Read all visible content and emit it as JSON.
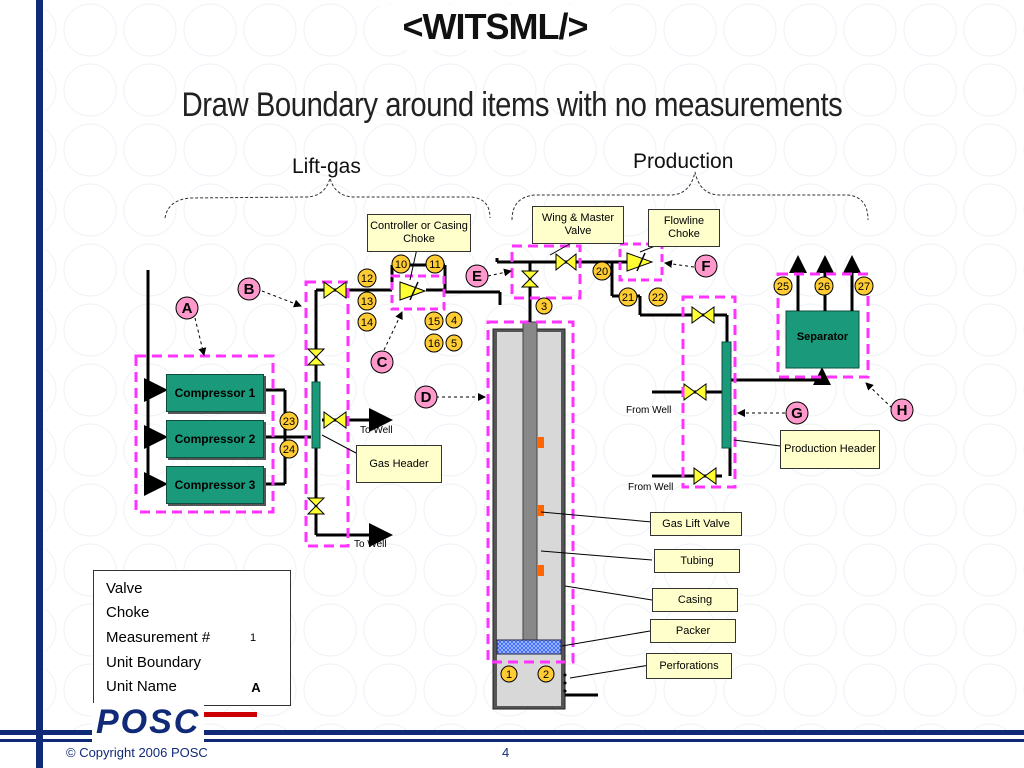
{
  "header": {
    "logo_text": "<WITSML/>",
    "title": "Draw Boundary around items with no measurements"
  },
  "sections": {
    "lift_gas": "Lift-gas",
    "production": "Production"
  },
  "labels": {
    "controller": "Controller or Casing Choke",
    "wing_master": "Wing & Master Valve",
    "flowline_choke": "Flowline Choke",
    "separator": "Separator",
    "production_header": "Production Header",
    "gas_header": "Gas Header",
    "gas_lift_valve": "Gas Lift Valve",
    "tubing": "Tubing",
    "casing": "Casing",
    "packer": "Packer",
    "perforations": "Perforations",
    "to_well_1": "To Well",
    "to_well_2": "To Well",
    "from_well_1": "From Well",
    "from_well_2": "From Well"
  },
  "compressors": [
    "Compressor 1",
    "Compressor 2",
    "Compressor 3"
  ],
  "unit_names": [
    "A",
    "B",
    "C",
    "D",
    "E",
    "F",
    "G",
    "H"
  ],
  "measurements": [
    "1",
    "2",
    "3",
    "4",
    "5",
    "10",
    "11",
    "12",
    "13",
    "14",
    "15",
    "16",
    "20",
    "21",
    "22",
    "23",
    "24",
    "25",
    "26",
    "27"
  ],
  "legend": {
    "valve": "Valve",
    "choke": "Choke",
    "measurement": "Measurement #",
    "measurement_example": "1",
    "unit_boundary": "Unit Boundary",
    "unit_name": "Unit Name",
    "unit_name_example": "A"
  },
  "footer": {
    "copyright": "© Copyright 2006 POSC",
    "page": "4",
    "logo_text": "POSC"
  },
  "colors": {
    "boundary": "#ff33ff",
    "measurement_fill": "#ffcc33",
    "unit_name_fill": "#ff99cc",
    "equipment_fill": "#1a9a7a",
    "valve_fill": "#ffff00",
    "brand_blue": "#112a77",
    "logo_red": "#cc0000"
  }
}
